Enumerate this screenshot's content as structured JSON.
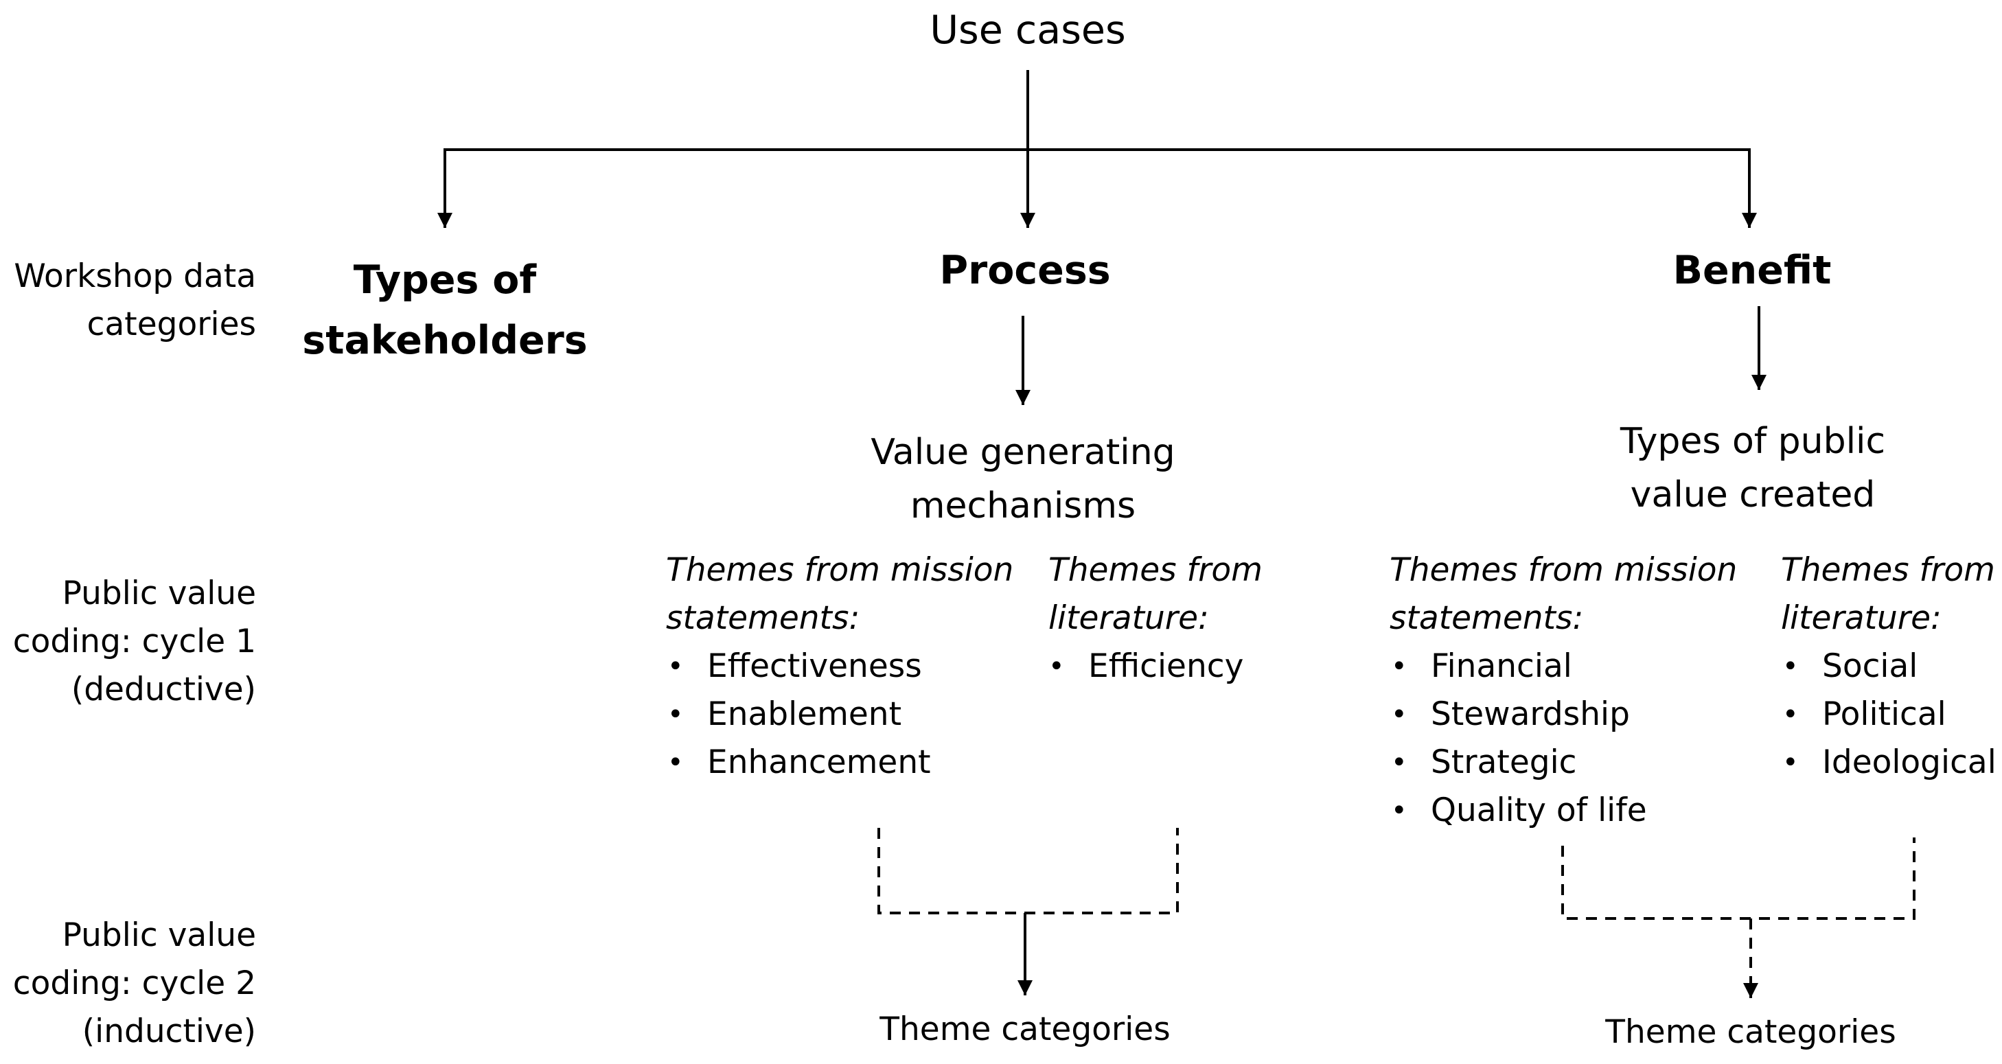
{
  "root": {
    "label": "Use cases"
  },
  "row_labels": {
    "workshop": [
      "Workshop data",
      "categories"
    ],
    "cycle1": [
      "Public value",
      "coding: cycle 1",
      "(deductive)"
    ],
    "cycle2": [
      "Public value",
      "coding: cycle 2",
      "(inductive)"
    ]
  },
  "categories": {
    "stakeholders": [
      "Types of",
      "stakeholders"
    ],
    "process": "Process",
    "benefit": "Benefit"
  },
  "process": {
    "subheading": [
      "Value generating",
      "mechanisms"
    ],
    "mission_heading": [
      "Themes from mission",
      "statements:"
    ],
    "mission_items": [
      "Effectiveness",
      "Enablement",
      "Enhancement"
    ],
    "literature_heading": [
      "Themes from",
      "literature:"
    ],
    "literature_items": [
      "Efficiency"
    ],
    "result": "Theme categories"
  },
  "benefit": {
    "subheading": [
      "Types of public",
      "value created"
    ],
    "mission_heading": [
      "Themes from mission",
      "statements:"
    ],
    "mission_items": [
      "Financial",
      "Stewardship",
      "Strategic",
      "Quality of life"
    ],
    "literature_heading": [
      "Themes from",
      "literature:"
    ],
    "literature_items": [
      "Social",
      "Political",
      "Ideological"
    ],
    "result": "Theme categories"
  }
}
